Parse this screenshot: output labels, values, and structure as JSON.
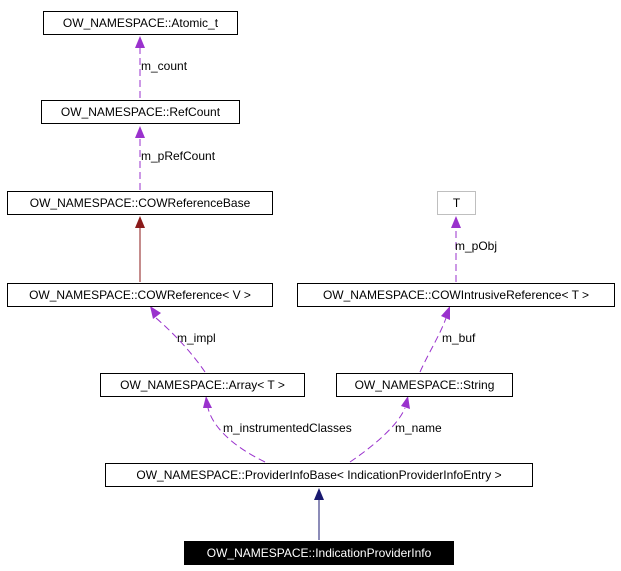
{
  "nodes": {
    "atomic": "OW_NAMESPACE::Atomic_t",
    "refcount": "OW_NAMESPACE::RefCount",
    "cowrefbase": "OW_NAMESPACE::COWReferenceBase",
    "t": "T",
    "cowref": "OW_NAMESPACE::COWReference< V >",
    "cowintrusive": "OW_NAMESPACE::COWIntrusiveReference< T >",
    "array": "OW_NAMESPACE::Array< T >",
    "string": "OW_NAMESPACE::String",
    "providerinfobase": "OW_NAMESPACE::ProviderInfoBase< IndicationProviderInfoEntry >",
    "indicationproviderinfo": "OW_NAMESPACE::IndicationProviderInfo"
  },
  "edge_labels": {
    "m_count": "m_count",
    "m_pRefCount": "m_pRefCount",
    "m_pObj": "m_pObj",
    "m_impl": "m_impl",
    "m_buf": "m_buf",
    "m_instrumentedClasses": "m_instrumentedClasses",
    "m_name": "m_name"
  },
  "colors": {
    "usage_edge": "#9a32cd",
    "inheritance_edge": "#8b1a1a",
    "public_inheritance_edge": "#191970",
    "muted_border": "#bfbfbf",
    "highlight_bg": "#000000"
  }
}
